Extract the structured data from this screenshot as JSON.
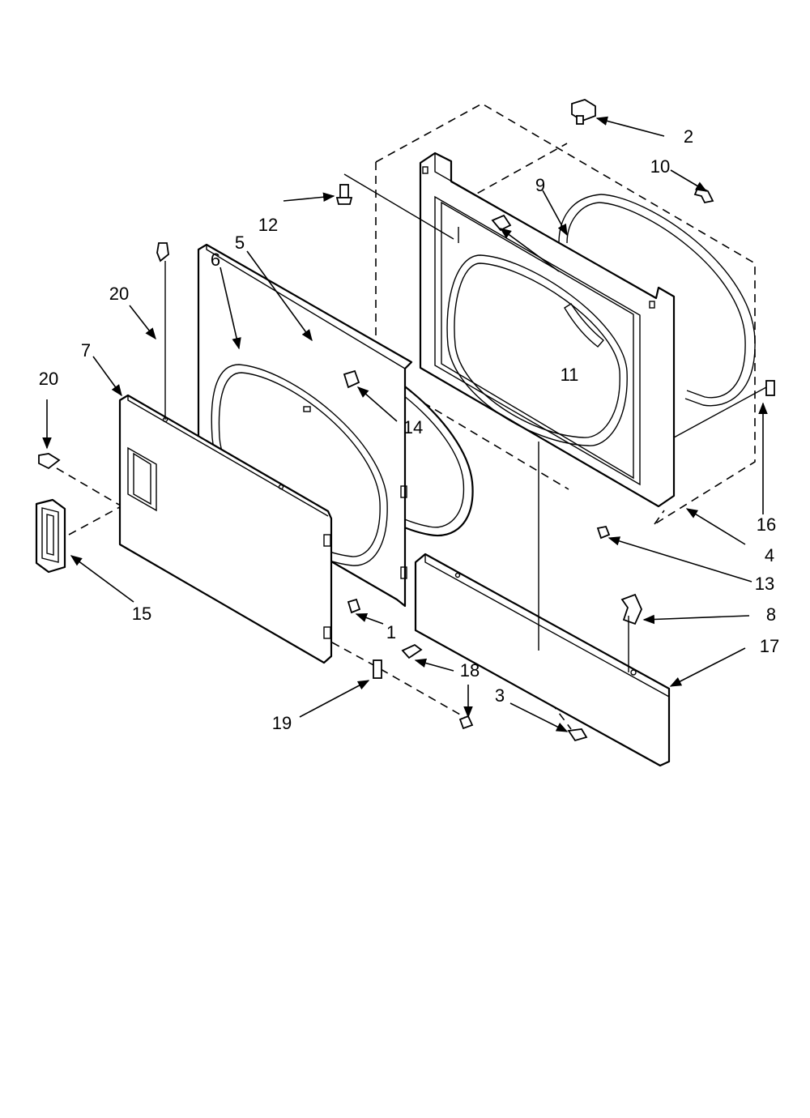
{
  "diagram": {
    "callouts": [
      "1",
      "2",
      "3",
      "4",
      "5",
      "6",
      "7",
      "8",
      "9",
      "10",
      "11",
      "12",
      "13",
      "14",
      "15",
      "16",
      "17",
      "18",
      "19",
      "20",
      "20"
    ]
  }
}
